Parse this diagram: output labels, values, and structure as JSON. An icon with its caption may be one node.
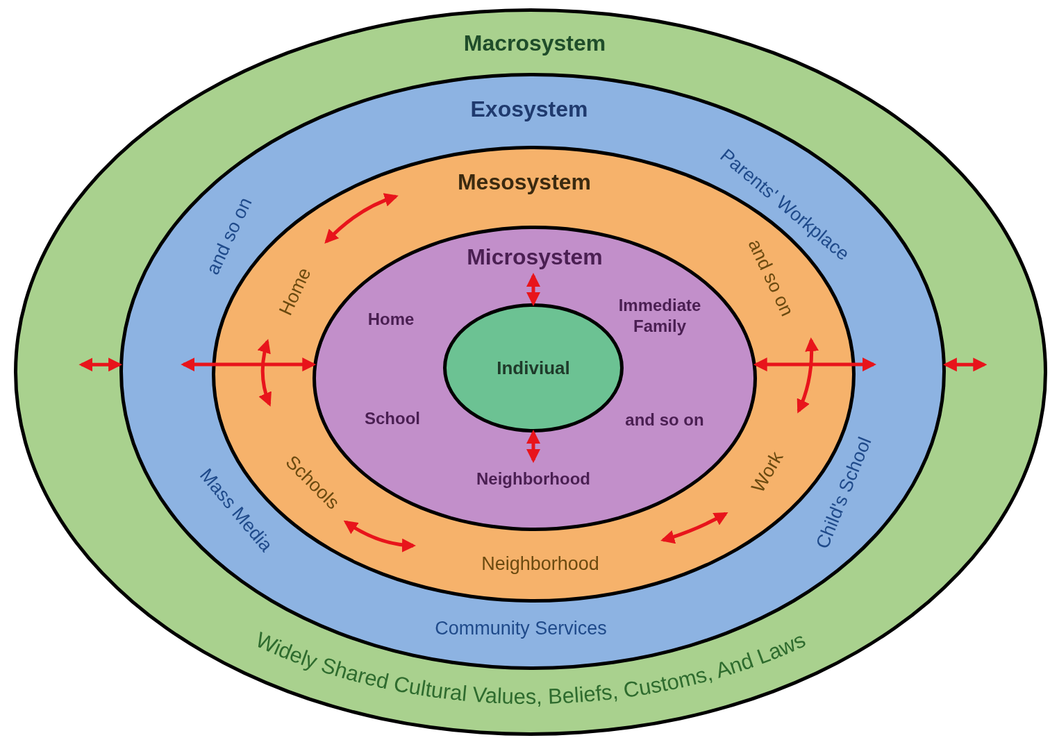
{
  "diagram": {
    "nodes": [
      {
        "text": [
          "Macrosystem"
        ]
      },
      {
        "text": [
          "Exosystem",
          "Community Services"
        ],
        "in": 0
      },
      {
        "text": [
          "Mesosystem",
          "Home",
          "and so on",
          "Schools",
          "Neighborhood",
          "Work"
        ],
        "in": 1
      },
      {
        "text": [
          "Microsystem",
          "Home",
          "Immediate Family",
          "School",
          "and so on",
          "Neighborhood"
        ],
        "in": 2
      },
      {
        "text": [
          "Indiviual"
        ],
        "in": 3
      }
    ],
    "edges": [
      {
        "from": 4,
        "to": null,
        "arrow": "both"
      },
      {
        "from": 4,
        "to": null,
        "arrow": "both"
      },
      {
        "from": 3,
        "to": 1,
        "arrow": "both"
      },
      {
        "from": 3,
        "to": 1,
        "arrow": "both"
      },
      {
        "from": 1,
        "to": 0,
        "arrow": "both"
      },
      {
        "from": 1,
        "to": 0,
        "arrow": "both"
      }
    ],
    "labels": [
      "Parents' Workplace",
      "and so on",
      "Mass Media",
      "Child's School",
      "Widely Shared Cultural Values, Beliefs, Customs, And Laws"
    ]
  }
}
